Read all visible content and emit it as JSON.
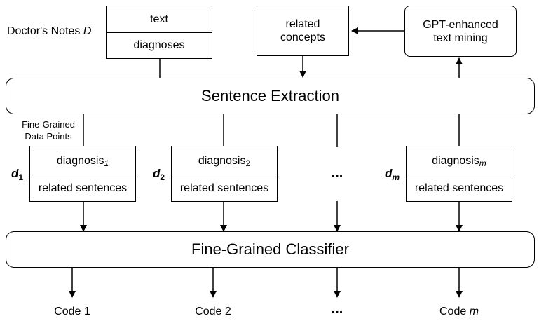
{
  "notes": {
    "label": "Doctor's Notes ",
    "var": "D",
    "text_row": "text",
    "diag_row": "diagnoses"
  },
  "related_concepts": "related\nconcepts",
  "gpt_box": "GPT-enhanced\ntext mining",
  "sentence_extraction": "Sentence Extraction",
  "fine_grained_label": "Fine-Grained\nData Points",
  "diagnoses": [
    {
      "var": "d",
      "var_sub": "1",
      "name": "diagnosis",
      "name_sub": "1",
      "sub_italic": true,
      "sentences": "related sentences"
    },
    {
      "var": "d",
      "var_sub": "2",
      "name": "diagnosis",
      "name_sub": "2",
      "sub_italic": false,
      "sentences": "related sentences"
    },
    {
      "var": "d",
      "var_sub": "m",
      "name": "diagnosis",
      "name_sub": "m",
      "sub_italic": true,
      "sentences": "related sentences"
    }
  ],
  "ellipsis": "...",
  "classifier": "Fine-Grained Classifier",
  "codes": [
    {
      "text": "Code 1",
      "var": ""
    },
    {
      "text": "Code 2",
      "var": ""
    },
    {
      "text": "...",
      "var": ""
    },
    {
      "text": "Code ",
      "var": "m"
    }
  ]
}
